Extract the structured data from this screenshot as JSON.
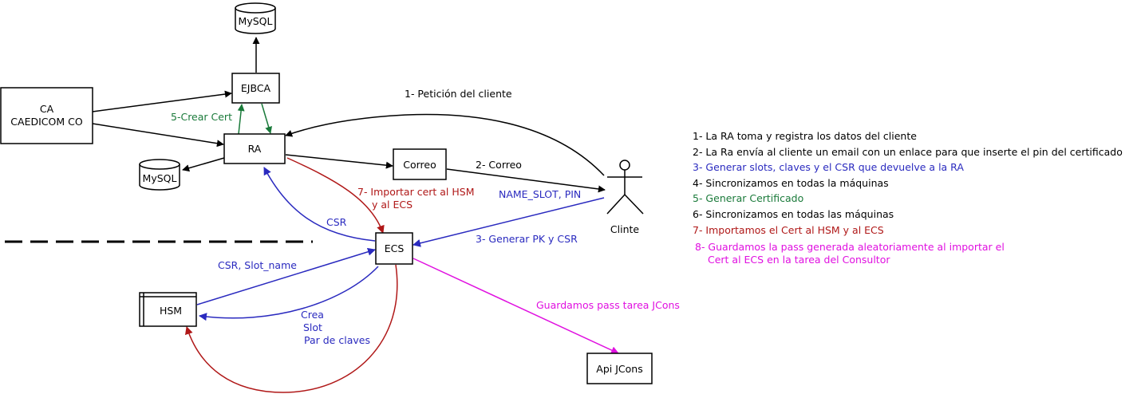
{
  "colors": {
    "black": "#000000",
    "green": "#1a7a3a",
    "blue": "#2a2abf",
    "red": "#b01818",
    "magenta": "#e010e0"
  },
  "nodes": {
    "mysql_top": "MySQL",
    "ejbca": "EJBCA",
    "ca_line1": "CA",
    "ca_line2": "CAEDICOM CO",
    "ra": "RA",
    "mysql_left": "MySQL",
    "correo": "Correo",
    "ecs": "ECS",
    "hsm": "HSM",
    "api_jcons": "Api JCons",
    "cliente": "Clinte"
  },
  "edge_labels": {
    "peticion": "1- Petición del cliente",
    "crear_cert": "5-Crear Cert",
    "correo": "2- Correo",
    "importar_l1": "7- Importar cert al HSM",
    "importar_l2": "y al ECS",
    "name_slot": "NAME_SLOT, PIN",
    "csr": "CSR",
    "generar_pk": "3- Generar PK y CSR",
    "csr_slot": "CSR, Slot_name",
    "crea": "Crea",
    "slot": "Slot",
    "par_claves": "Par de claves",
    "guardamos": "Guardamos pass tarea JCons"
  },
  "notes": {
    "n1": "1- La RA toma y registra los datos del cliente",
    "n2": "2- La Ra envía al cliente un email con un enlace para que inserte el pin del certificado",
    "n3": "3- Generar slots, claves y el CSR que devuelve a la RA",
    "n4": "4- Sincronizamos en todas la máquinas",
    "n5": "5- Generar Certificado",
    "n6": "6- Sincronizamos en todas las máquinas",
    "n7": "7- Importamos el Cert al HSM y al ECS",
    "n8_l1": "8- Guardamos la pass generada aleatoriamente al importar el",
    "n8_l2": "Cert al ECS en la tarea del Consultor"
  }
}
